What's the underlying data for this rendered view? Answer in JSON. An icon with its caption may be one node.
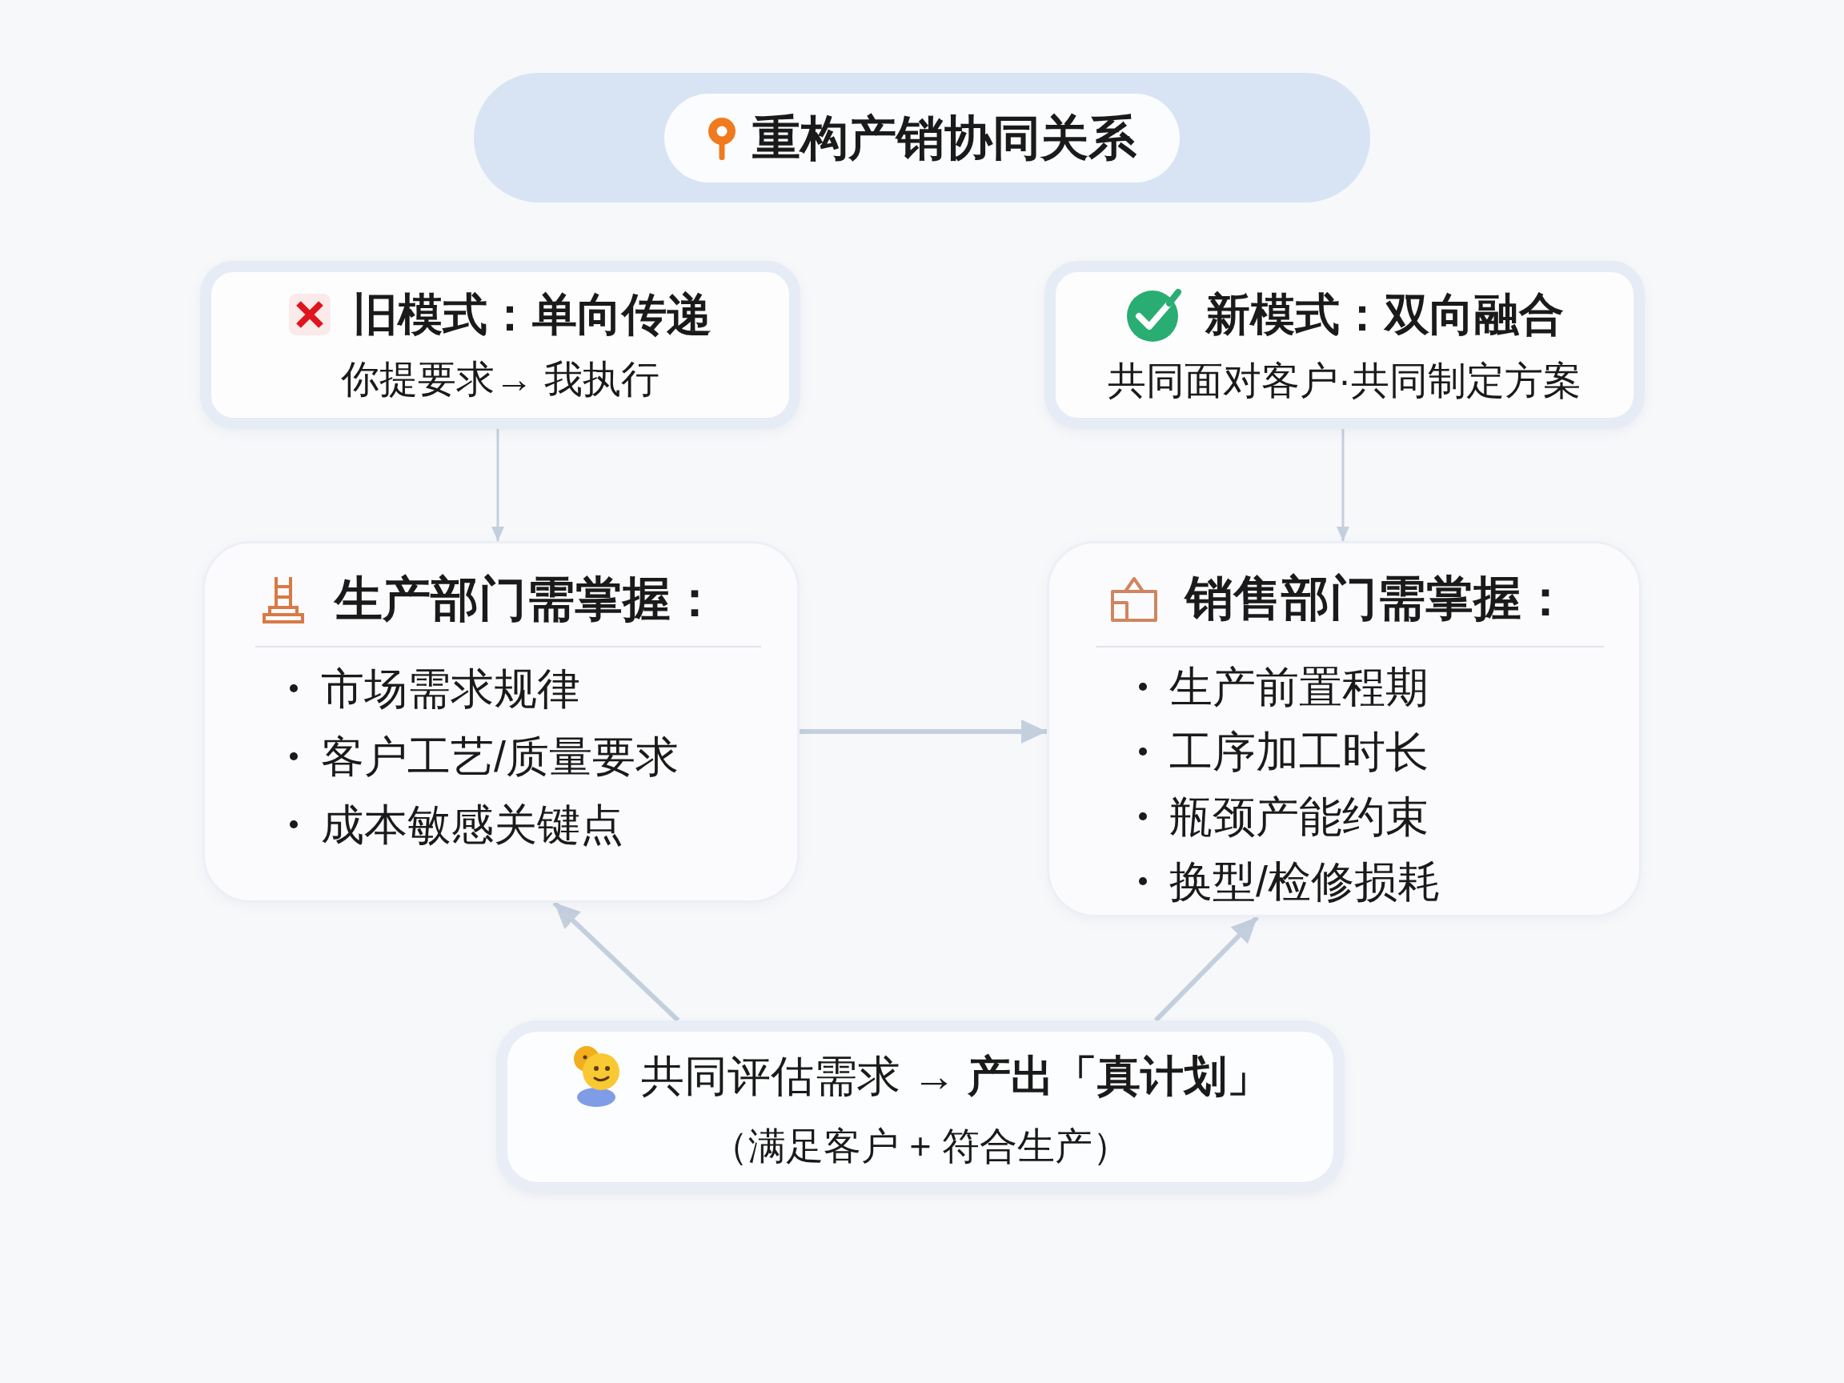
{
  "diagram": {
    "title": "重构产销协同关系",
    "nodes": [
      {
        "text": [
          "旧模式：单向传递",
          "你提要求→ 我执行"
        ]
      },
      {
        "text": [
          "新模式：双向融合",
          "共同面对客户·共同制定方案"
        ]
      },
      {
        "text": [
          "生产部门需掌握：",
          "市场需求规律",
          "客户工艺/质量要求",
          "成本敏感关键点"
        ]
      },
      {
        "text": [
          "销售部门需掌握：",
          "生产前置程期",
          "工序加工时长",
          "瓶颈产能约束",
          "换型/检修损耗"
        ]
      },
      {
        "text": [
          "共同评估需求 → **产出「真计划」**",
          "（满足客户 + 符合生产）"
        ]
      }
    ],
    "edges": [
      {
        "from": 0,
        "to": 2,
        "arrow": "to"
      },
      {
        "from": 1,
        "to": 3,
        "arrow": "to"
      },
      {
        "from": 2,
        "to": 3,
        "arrow": "to"
      },
      {
        "from": 4,
        "to": 2,
        "arrow": "to"
      },
      {
        "from": 4,
        "to": 3,
        "arrow": "to"
      }
    ]
  }
}
